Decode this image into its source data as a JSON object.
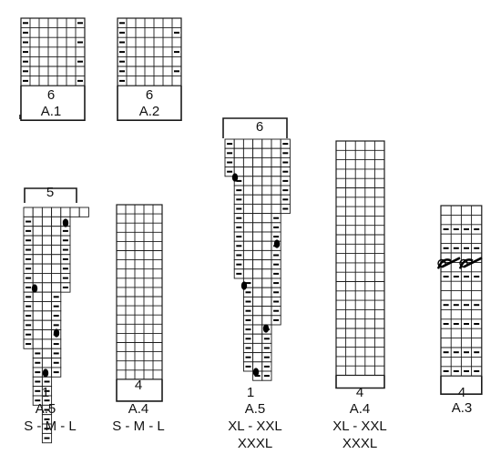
{
  "charts": {
    "a1": {
      "count": "6",
      "name": "A.1"
    },
    "a2": {
      "count": "6",
      "name": "A.2"
    },
    "a5_sml": {
      "top_count": "5",
      "count": "1",
      "name": "A.5",
      "sizes": "S - M - L"
    },
    "a4_sml": {
      "count": "4",
      "name": "A.4",
      "sizes": "S - M - L"
    },
    "a5_xl": {
      "top_count": "6",
      "count": "1",
      "name": "A.5",
      "sizes_line1": "XL - XXL",
      "sizes_line2": "XXXL"
    },
    "a4_xl": {
      "count": "4",
      "name": "A.4",
      "sizes_line1": "XL - XXL",
      "sizes_line2": "XXXL"
    },
    "a3": {
      "count": "4",
      "name": "A.3"
    }
  },
  "symbols": [
    "purl-dash",
    "increase-dot",
    "cable-twist"
  ]
}
